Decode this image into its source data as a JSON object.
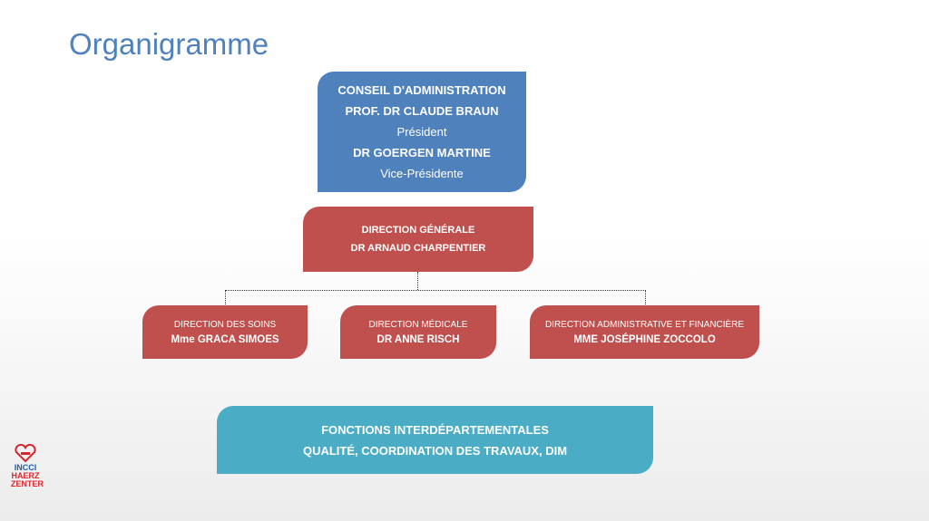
{
  "title": "Organigramme",
  "conseil": {
    "heading": "CONSEIL D'ADMINISTRATION",
    "president_name": "PROF. DR CLAUDE BRAUN",
    "president_role": "Président",
    "vice_name": "DR GOERGEN MARTINE",
    "vice_role": "Vice-Présidente"
  },
  "direction_generale": {
    "heading": "DIRECTION GÉNÉRALE",
    "name": "DR ARNAUD CHARPENTIER"
  },
  "directions": [
    {
      "heading": "DIRECTION DES SOINS",
      "name": "Mme GRACA SIMOES"
    },
    {
      "heading": "DIRECTION MÉDICALE",
      "name": "DR ANNE RISCH"
    },
    {
      "heading": "DIRECTION ADMINISTRATIVE ET FINANCIÈRE",
      "name": "MME JOSÉPHINE ZOCCOLO"
    }
  ],
  "fonctions": {
    "heading": "FONCTIONS INTERDÉPARTEMENTALES",
    "detail": "QUALITÉ, COORDINATION DES TRAVAUX, DIM"
  },
  "logo": {
    "line1": "INCCI",
    "line2": "HAERZ",
    "line3": "ZENTER"
  },
  "colors": {
    "blue": "#4f81bd",
    "red": "#c0504d",
    "teal": "#4bacc6"
  }
}
